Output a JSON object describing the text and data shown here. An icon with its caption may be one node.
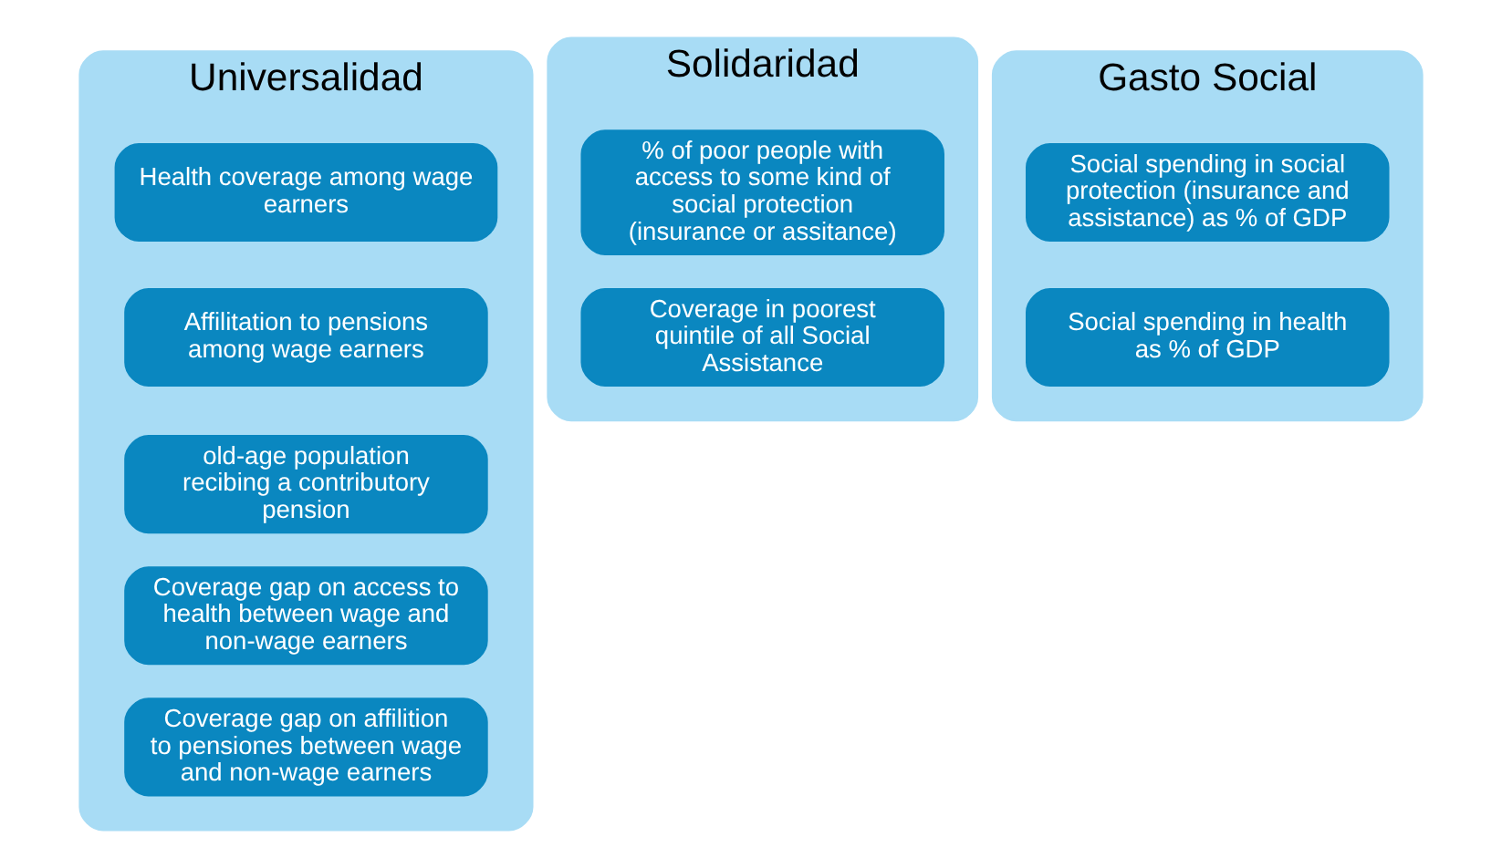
{
  "diagram": {
    "nodes": [
      {
        "text": [
          "Universalidad"
        ]
      },
      {
        "text": [
          "Health coverage among wage earners"
        ],
        "in": 0
      },
      {
        "text": [
          "Affilitation to pensions among wage earners"
        ],
        "in": 0
      },
      {
        "text": [
          "old-age population recibing a contributory pension"
        ],
        "in": 0
      },
      {
        "text": [
          "Coverage gap on access to health between wage and non-wage earners"
        ],
        "in": 0
      },
      {
        "text": [
          "Coverage gap on affilition to pensiones between wage and non-wage earners"
        ],
        "in": 0
      },
      {
        "text": [
          "Solidaridad"
        ]
      },
      {
        "text": [
          "% of poor people with access to some kind of social protection (insurance or assitance)"
        ],
        "in": 6
      },
      {
        "text": [
          "Coverage in poorest quintile of all Social Assistance"
        ],
        "in": 6
      },
      {
        "text": [
          "Gasto Social"
        ]
      },
      {
        "text": [
          "Social spending in social protection (insurance and assistance) as % of GDP"
        ],
        "in": 9
      },
      {
        "text": [
          "Social spending in health as % of GDP"
        ],
        "in": 9
      }
    ],
    "edges": []
  }
}
